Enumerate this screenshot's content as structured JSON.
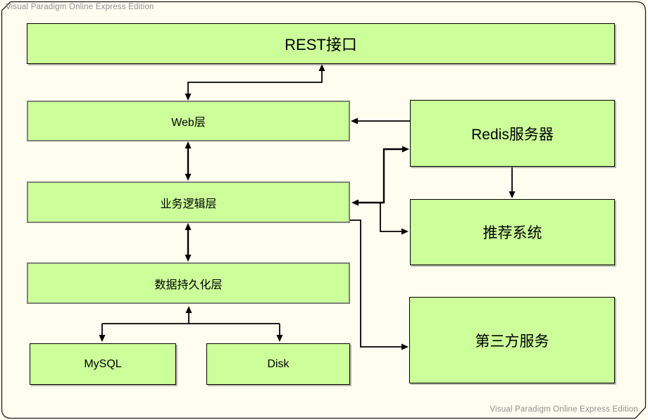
{
  "watermark": {
    "top_left": "Visual Paradigm Online Express Edition",
    "bottom_right": "Visual Paradigm Online Express Edition"
  },
  "diagram": {
    "title": "",
    "nodes": [
      {
        "id": "rest",
        "label": "REST接口"
      },
      {
        "id": "web",
        "label": "Web层"
      },
      {
        "id": "logic",
        "label": "业务逻辑层"
      },
      {
        "id": "persist",
        "label": "数据持久化层"
      },
      {
        "id": "mysql",
        "label": "MySQL"
      },
      {
        "id": "disk",
        "label": "Disk"
      },
      {
        "id": "redis",
        "label": "Redis服务器"
      },
      {
        "id": "recommend",
        "label": "推荐系统"
      },
      {
        "id": "third",
        "label": "第三方服务"
      }
    ],
    "edges": [
      {
        "from": "Web层",
        "to": "REST接口",
        "arrows": "both"
      },
      {
        "from": "Web层",
        "to": "业务逻辑层",
        "arrows": "both"
      },
      {
        "from": "业务逻辑层",
        "to": "数据持久化层",
        "arrows": "both"
      },
      {
        "from": "数据持久化层",
        "to": "MySQL",
        "arrows": "both"
      },
      {
        "from": "数据持久化层",
        "to": "Disk",
        "arrows": "both"
      },
      {
        "from": "Redis服务器",
        "to": "Web层",
        "arrows": "end"
      },
      {
        "from": "业务逻辑层",
        "to": "Redis服务器",
        "arrows": "both"
      },
      {
        "from": "业务逻辑层",
        "to": "推荐系统",
        "arrows": "end"
      },
      {
        "from": "Redis服务器",
        "to": "推荐系统",
        "arrows": "end"
      },
      {
        "from": "业务逻辑层",
        "to": "第三方服务",
        "arrows": "end"
      }
    ],
    "colors": {
      "background": "#fffdf0",
      "node_fill": "#ccff99",
      "node_border_dark": "#000000",
      "node_border_gray": "#7d8278",
      "connector": "#000000",
      "watermark_text": "#8f8f8f"
    }
  }
}
